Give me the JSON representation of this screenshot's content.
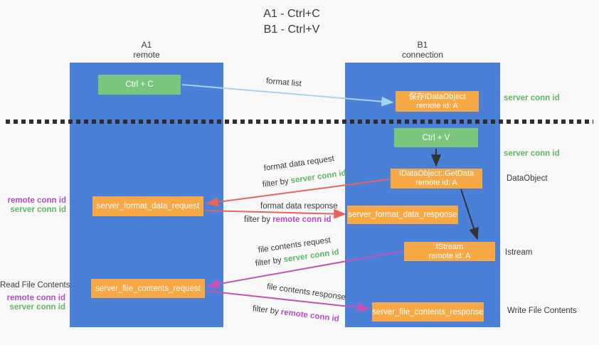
{
  "title": {
    "line1": "A1 - Ctrl+C",
    "line2": "B1 - Ctrl+V"
  },
  "lanes": {
    "left": {
      "name": "A1",
      "role": "remote"
    },
    "right": {
      "name": "B1",
      "role": "connection"
    }
  },
  "nodes": {
    "ctrl_c": {
      "label": "Ctrl + C"
    },
    "ctrl_v": {
      "label": "Ctrl + V"
    },
    "save_dataobject": {
      "line1": "保存IDataObject",
      "line2": "remote id: A"
    },
    "getdata": {
      "line1": "IDataObject::GetData",
      "line2": "remote id: A"
    },
    "istream": {
      "line1": "IStream",
      "line2": "remote id: A"
    },
    "server_format_data_request": {
      "label": "server_format_data_request"
    },
    "server_format_data_response": {
      "label": "server_format_data_response"
    },
    "server_file_contents_request": {
      "label": "server_file_contents_request"
    },
    "server_file_contents_response": {
      "label": "server_file_contents_response"
    }
  },
  "arrow_labels": {
    "format_list": "format list",
    "format_data_request": "format data request",
    "format_data_response": "format data response",
    "file_contents_request": "file contents request",
    "file_contents_response": "file contents response",
    "filter_by": "filter by",
    "server_conn_id": "server conn id",
    "remote_conn_id": "remote conn id"
  },
  "side_labels": {
    "server_conn_id_top": "server conn id",
    "server_conn_id_mid": "server conn id",
    "dataobject": "DataObject",
    "istream": "Istream",
    "write_file_contents": "Write File Contents",
    "read_file_contents": "Read File Contents",
    "remote_conn_id_left1": "remote conn id",
    "server_conn_id_left1": "server conn id",
    "remote_conn_id_left2": "remote conn id",
    "server_conn_id_left2": "server conn id"
  },
  "colors": {
    "lane_blue": "#4a80d8",
    "node_green": "#7cc57e",
    "node_orange": "#f8a945",
    "arrow_red": "#e8635c",
    "arrow_magenta": "#c353b5",
    "arrow_light_blue": "#a9d2ee",
    "arrow_black": "#333333",
    "text_green": "#5cb860",
    "text_purple": "#b44fc4",
    "background": "#f8f8f8"
  }
}
